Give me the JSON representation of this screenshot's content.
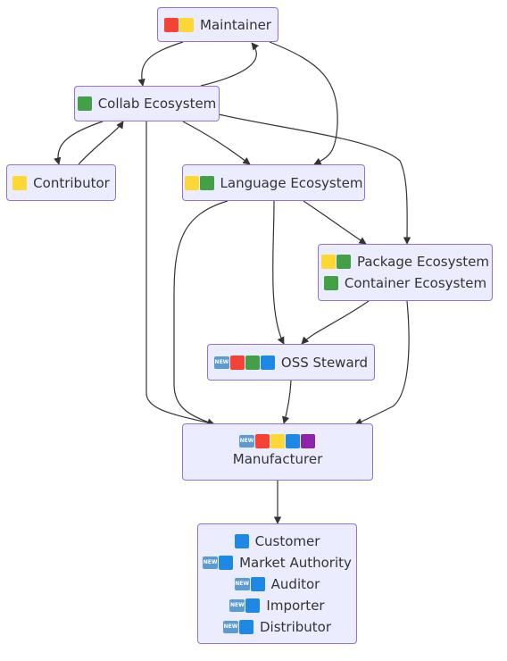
{
  "nodes": {
    "maintainer": {
      "label": "Maintainer",
      "icons": [
        "red",
        "yellow"
      ]
    },
    "collab": {
      "label": "Collab Ecosystem",
      "icons": [
        "green"
      ]
    },
    "contributor": {
      "label": "Contributor",
      "icons": [
        "yellow"
      ]
    },
    "language": {
      "label": "Language Ecosystem",
      "icons": [
        "yellow",
        "green"
      ]
    },
    "package": {
      "lines": [
        {
          "label": "Package Ecosystem",
          "icons": [
            "yellow",
            "green"
          ]
        },
        {
          "label": "Container Ecosystem",
          "icons": [
            "green"
          ]
        }
      ]
    },
    "oss": {
      "label": "OSS Steward",
      "icons": [
        "new",
        "red",
        "green",
        "blue"
      ]
    },
    "manufacturer": {
      "icons": [
        "new",
        "red",
        "yellow",
        "blue",
        "purple"
      ],
      "label": "Manufacturer"
    },
    "customers": {
      "lines": [
        {
          "label": "Customer",
          "icons": [
            "blue"
          ]
        },
        {
          "label": "Market Authority",
          "icons": [
            "new",
            "blue"
          ]
        },
        {
          "label": "Auditor",
          "icons": [
            "new",
            "blue"
          ]
        },
        {
          "label": "Importer",
          "icons": [
            "new",
            "blue"
          ]
        },
        {
          "label": "Distributor",
          "icons": [
            "new",
            "blue"
          ]
        }
      ]
    }
  },
  "new_badge_text": "NEW",
  "colors": {
    "node_fill": "#ececff",
    "node_border": "#9370db",
    "edge": "#333333",
    "red": "#f44336",
    "yellow": "#fdd835",
    "green": "#43a047",
    "blue": "#1e88e5",
    "purple": "#8e24aa"
  }
}
